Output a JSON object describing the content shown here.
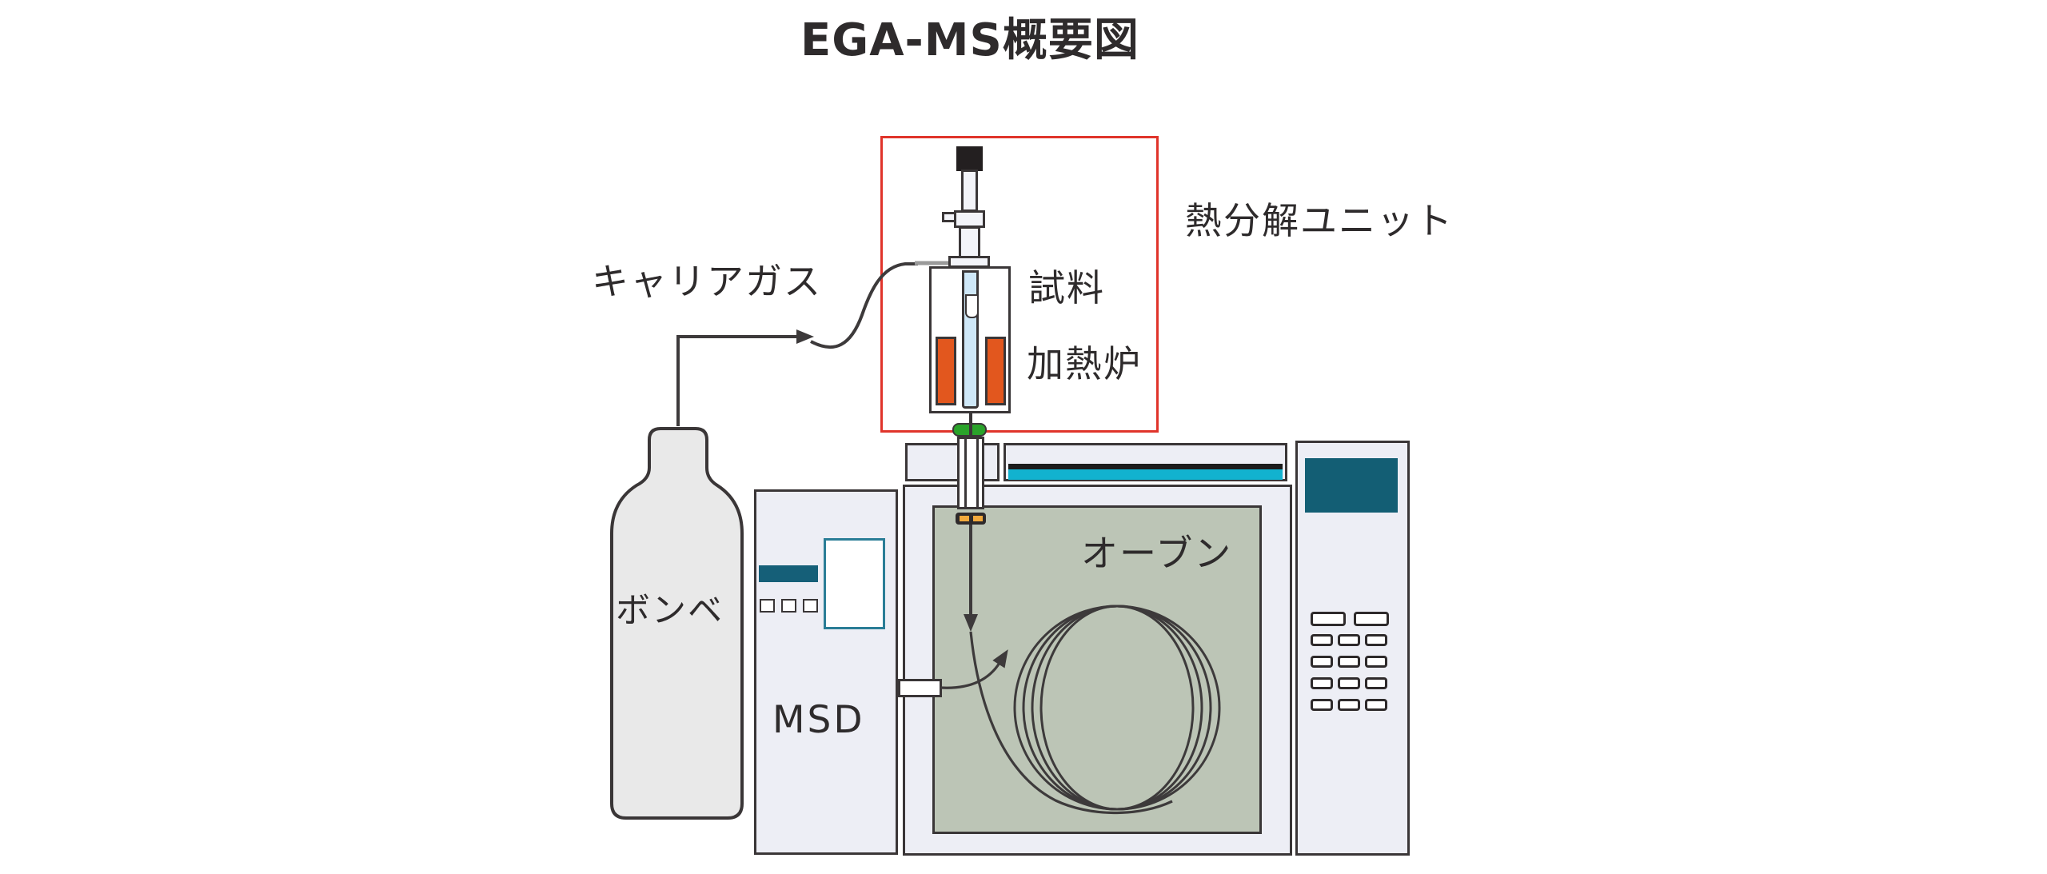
{
  "title": "EGA-MS概要図",
  "labels": {
    "carrier_gas": "キャリアガス",
    "pyrolysis_unit": "熱分解ユニット",
    "sample": "試料",
    "furnace": "加熱炉",
    "gas_cylinder": "ボンベ",
    "msd": "MSD",
    "oven": "オーブン"
  },
  "colors": {
    "accent_red": "#e0342b",
    "heater_orange": "#e2571e",
    "seal_green": "#2aa32a",
    "tube_blue": "#cfe8f8",
    "cyan_strip": "#12b2cf",
    "teal_screen": "#135e74",
    "teal_bar": "#155f78",
    "oven_sage": "#bcc5b6",
    "body_light": "#edeef5",
    "bottle_gray": "#e9e9e9",
    "outline": "#3a3637"
  }
}
